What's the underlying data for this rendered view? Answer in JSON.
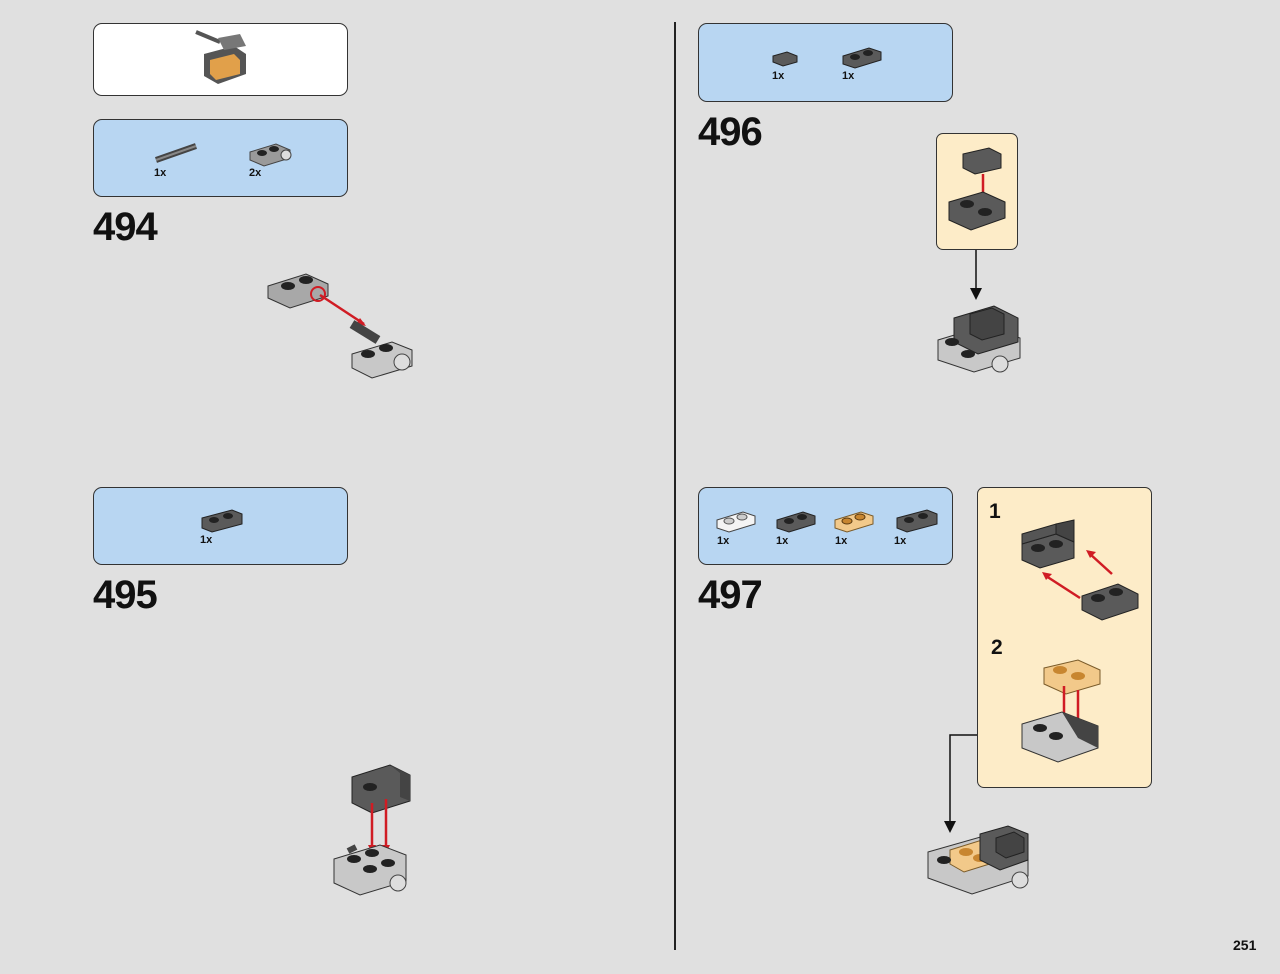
{
  "page_number": "251",
  "steps": [
    {
      "number": "494",
      "parts": [
        {
          "qty": "1x",
          "part": "bar-with-clip"
        },
        {
          "qty": "2x",
          "part": "plate-with-ring"
        }
      ]
    },
    {
      "number": "495",
      "parts": [
        {
          "qty": "1x",
          "part": "bracket-plate"
        }
      ]
    },
    {
      "number": "496",
      "parts": [
        {
          "qty": "1x",
          "part": "tile-1x1"
        },
        {
          "qty": "1x",
          "part": "plate-1x2"
        }
      ]
    },
    {
      "number": "497",
      "parts": [
        {
          "qty": "1x",
          "part": "plate-1x2-white"
        },
        {
          "qty": "1x",
          "part": "plate-1x2-dark"
        },
        {
          "qty": "1x",
          "part": "plate-1x2-tan"
        },
        {
          "qty": "1x",
          "part": "bracket-plate-dark"
        }
      ],
      "substeps": [
        "1",
        "2"
      ]
    }
  ],
  "colors": {
    "background": "#e0e0e0",
    "parts_box": "#b8d6f2",
    "callout": "#fdecc8",
    "arrow": "#d01c24"
  }
}
